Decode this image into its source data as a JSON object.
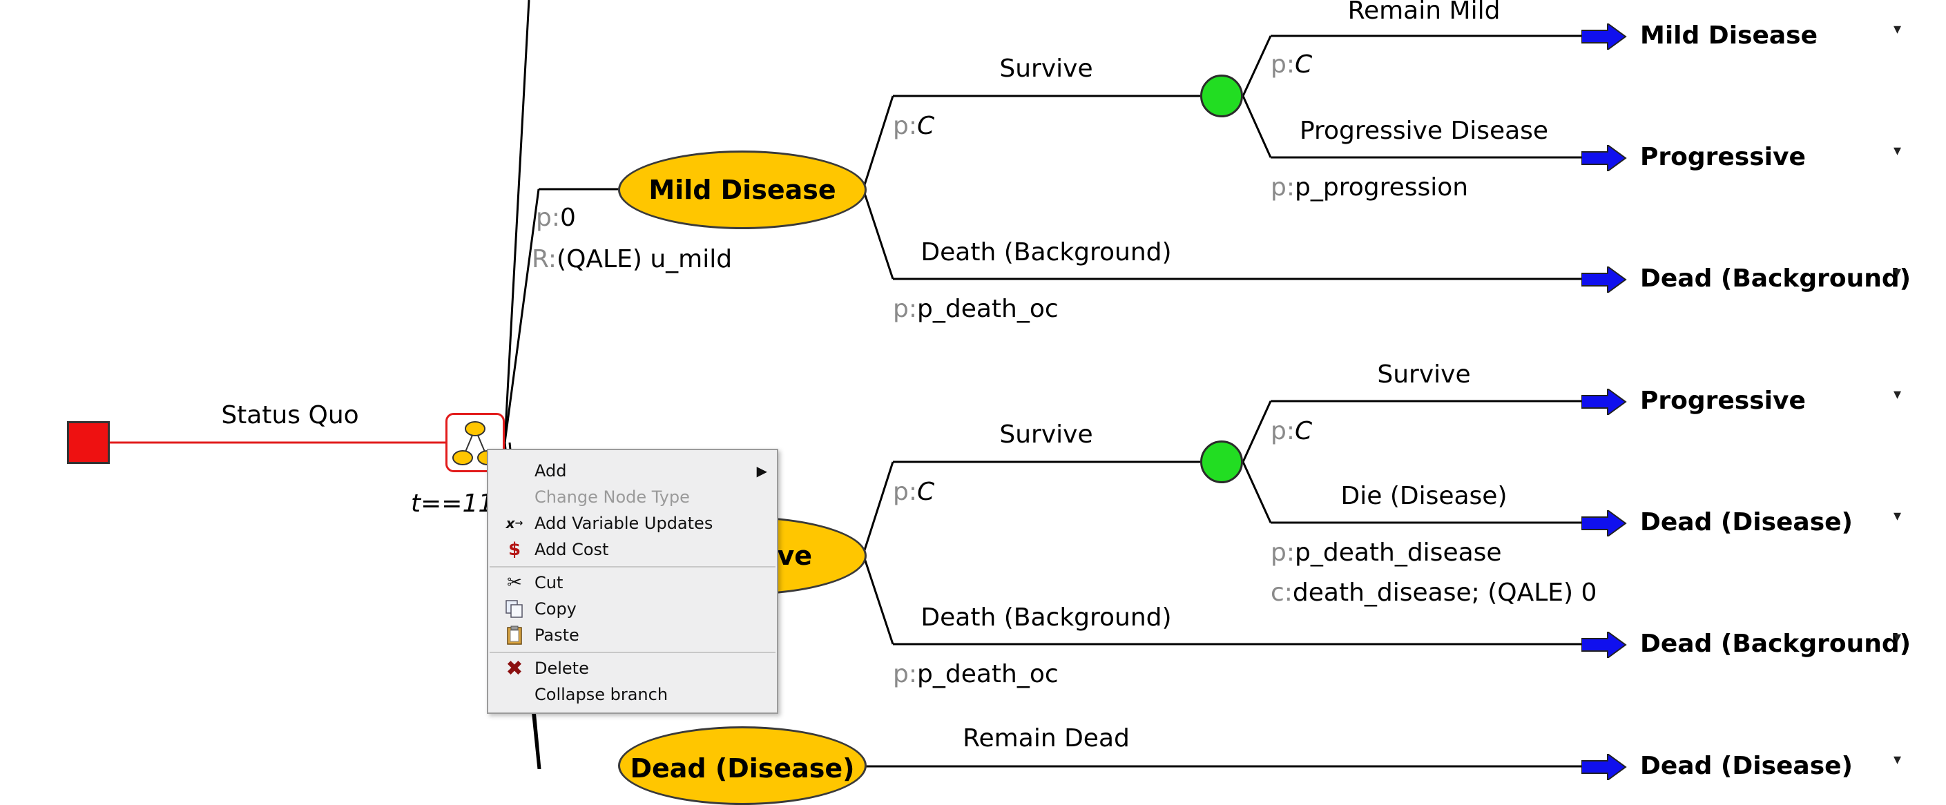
{
  "tree": {
    "decision": {
      "branch_label": "Status Quo"
    },
    "markov": {
      "termination": "t==11"
    },
    "states": [
      {
        "name": "Mild Disease",
        "prob": "0",
        "reward_prefix": "R:",
        "reward": "(QALE) u_mild"
      },
      {
        "name": "Progressive",
        "visible_fragment": "ve"
      },
      {
        "name": "Dead (Disease)"
      }
    ],
    "mild": {
      "survive_label": "Survive",
      "survive_prob": "C",
      "remain_label": "Remain Mild",
      "remain_prob": "C",
      "remain_terminal": "Mild Disease",
      "prog_label": "Progressive Disease",
      "prog_prob": "p_progression",
      "prog_terminal": "Progressive",
      "death_label": "Death (Background)",
      "death_prob": "p_death_oc",
      "death_terminal": "Dead (Background)"
    },
    "progressive": {
      "survive_label": "Survive",
      "survive_prob": "C",
      "survive2_label": "Survive",
      "survive2_prob": "C",
      "survive2_terminal": "Progressive",
      "die_label": "Die (Disease)",
      "die_prob": "p_death_disease",
      "die_cost_prefix": "c:",
      "die_cost": "death_disease; (QALE) 0",
      "die_terminal": "Dead (Disease)",
      "death_label": "Death (Background)",
      "death_prob": "p_death_oc",
      "death_terminal": "Dead (Background)"
    },
    "dead": {
      "remain_label": "Remain Dead",
      "terminal": "Dead (Disease)"
    },
    "prob_prefix": "p:",
    "dropdown_glyph": "▾"
  },
  "context_menu": {
    "items": [
      {
        "label": "Add",
        "icon": "",
        "disabled": false,
        "submenu": true
      },
      {
        "label": "Change Node Type",
        "icon": "",
        "disabled": true
      },
      {
        "label": "Add Variable Updates",
        "icon": "variable-update-icon",
        "disabled": false
      },
      {
        "label": "Add Cost",
        "icon": "dollar-icon",
        "disabled": false
      },
      {
        "label": "Cut",
        "icon": "scissors-icon",
        "disabled": false
      },
      {
        "label": "Copy",
        "icon": "copy-icon",
        "disabled": false
      },
      {
        "label": "Paste",
        "icon": "clipboard-icon",
        "disabled": false
      },
      {
        "label": "Delete",
        "icon": "red-x-icon",
        "disabled": false
      },
      {
        "label": "Collapse branch",
        "icon": "",
        "disabled": false
      }
    ]
  },
  "colors": {
    "decision": "#ee1111",
    "chance": "#22dd22",
    "state": "#ffc600",
    "terminal_arrow": "#1010ee",
    "markov_border": "#e21c1c"
  }
}
